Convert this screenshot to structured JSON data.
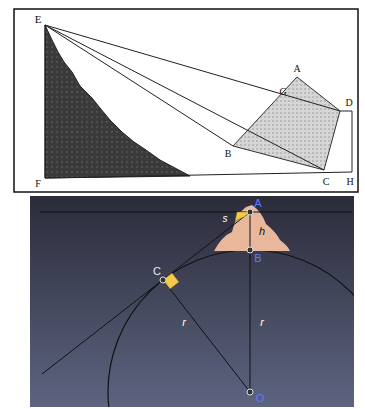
{
  "diagram": {
    "labels": [
      "E",
      "A",
      "G",
      "D",
      "B",
      "F",
      "C",
      "H",
      "s",
      "A",
      "h",
      "B",
      "C",
      "r",
      "r",
      "O"
    ]
  }
}
